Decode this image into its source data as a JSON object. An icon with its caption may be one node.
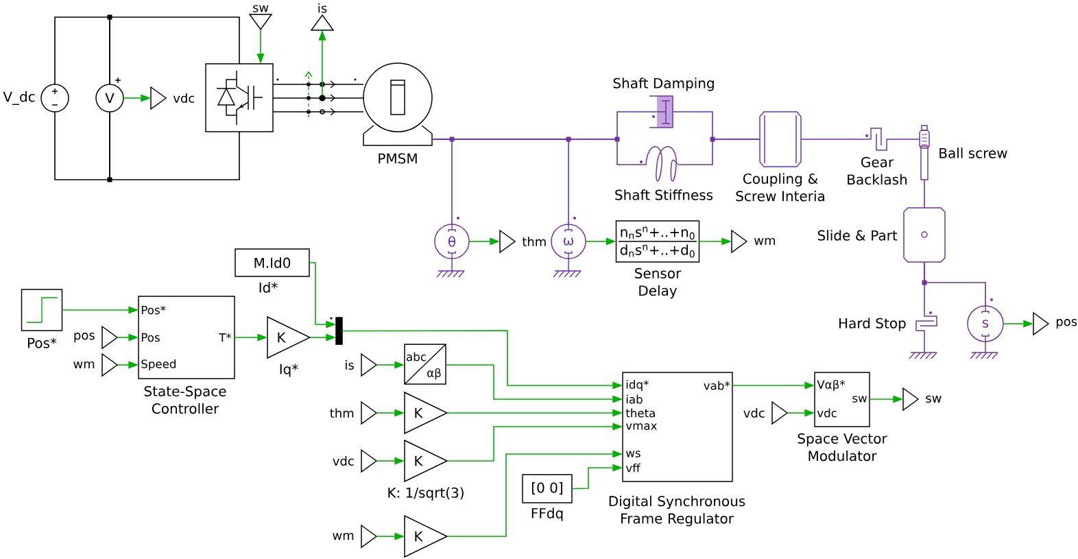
{
  "diagram": {
    "nodes": [
      {
        "text": [
          "V_dc"
        ]
      },
      {
        "text": [
          "V"
        ]
      },
      {
        "text": [
          "vdc"
        ]
      },
      {
        "text": [],
        "shape": "box"
      },
      {
        "text": [
          "sw"
        ]
      },
      {
        "text": [
          "is"
        ]
      },
      {
        "text": [
          "PMSM"
        ]
      },
      {
        "text": [
          "Shaft Damping"
        ]
      },
      {
        "text": [
          "Shaft Stiffness"
        ]
      },
      {
        "text": [
          "Coupling & Screw Interia"
        ]
      },
      {
        "text": [
          "Gear Backlash"
        ]
      },
      {
        "text": [
          "Ball screw"
        ]
      },
      {
        "text": [
          "Slide & Part"
        ]
      },
      {
        "text": [
          "Hard Stop"
        ]
      },
      {
        "text": [
          "s"
        ]
      },
      {
        "text": [
          "pos"
        ]
      },
      {
        "text": [
          "θ"
        ]
      },
      {
        "text": [
          "thm"
        ]
      },
      {
        "text": [
          "ω"
        ]
      },
      {
        "text": [
          "n$_{n}$s$^{n}$+..+n$_{0}$",
          "d$_{n}$s$^{n}$+..+d$_{0}$",
          "Sensor Delay"
        ]
      },
      {
        "text": [
          "wm"
        ]
      },
      {
        "text": [
          "M.Id0",
          "Id*"
        ]
      },
      {
        "text": [
          "Pos*"
        ]
      },
      {
        "text": [
          "pos"
        ]
      },
      {
        "text": [
          "wm"
        ]
      },
      {
        "text": [
          "Pos*",
          "Pos",
          "Speed",
          "T*",
          "State-Space Controller"
        ]
      },
      {
        "text": [
          "K",
          "Iq*"
        ]
      },
      {
        "text": [],
        "shape": "bar"
      },
      {
        "text": [
          "is"
        ]
      },
      {
        "text": [
          "abc",
          "αβ"
        ]
      },
      {
        "text": [
          "thm"
        ]
      },
      {
        "text": [
          "K"
        ]
      },
      {
        "text": [
          "vdc"
        ]
      },
      {
        "text": [
          "K",
          "K: 1/sqrt(3)"
        ]
      },
      {
        "text": [
          "wm"
        ]
      },
      {
        "text": [
          "K"
        ]
      },
      {
        "text": [
          "[0 0]",
          "FFdq"
        ]
      },
      {
        "text": [
          "idq*",
          "iab",
          "theta",
          "vmax",
          "ws",
          "vff",
          "vab*",
          "Digital Synchronous Frame Regulator"
        ]
      },
      {
        "text": [
          "vdc"
        ]
      },
      {
        "text": [
          "Vαβ*",
          "vdc",
          "sw",
          "Space Vector Modulator"
        ]
      },
      {
        "text": [
          "sw"
        ]
      },
      {
        "text": [],
        "shape": "circle"
      }
    ],
    "edges": [
      {
        "from": 0,
        "to": 1,
        "arrow": "none",
        "color": "#000000"
      },
      {
        "from": 1,
        "to": 3,
        "arrow": "none",
        "color": "#000000"
      },
      {
        "from": 3,
        "to": 6,
        "arrow": "none",
        "color": "#000000"
      },
      {
        "from": 1,
        "to": 2,
        "arrow": "to"
      },
      {
        "from": 4,
        "to": 3,
        "arrow": "to"
      },
      {
        "from": 41,
        "to": 5,
        "arrow": "to"
      },
      {
        "from": 6,
        "to": 16,
        "arrow": "none",
        "color": "#7030a0"
      },
      {
        "from": 6,
        "to": 18,
        "arrow": "none",
        "color": "#7030a0"
      },
      {
        "from": 6,
        "to": 7,
        "arrow": "none",
        "color": "#7030a0"
      },
      {
        "from": 6,
        "to": 8,
        "arrow": "none",
        "color": "#7030a0"
      },
      {
        "from": 7,
        "to": 9,
        "arrow": "none",
        "color": "#7030a0"
      },
      {
        "from": 8,
        "to": 9,
        "arrow": "none",
        "color": "#7030a0"
      },
      {
        "from": 9,
        "to": 10,
        "arrow": "none",
        "color": "#7030a0"
      },
      {
        "from": 10,
        "to": 11,
        "arrow": "none",
        "color": "#7030a0"
      },
      {
        "from": 11,
        "to": 12,
        "arrow": "none",
        "color": "#7030a0"
      },
      {
        "from": 12,
        "to": 13,
        "arrow": "none",
        "color": "#7030a0"
      },
      {
        "from": 12,
        "to": 14,
        "arrow": "none",
        "color": "#7030a0"
      },
      {
        "from": 16,
        "to": 17,
        "arrow": "to"
      },
      {
        "from": 18,
        "to": 19,
        "arrow": "to"
      },
      {
        "from": 19,
        "to": 20,
        "arrow": "to"
      },
      {
        "from": 14,
        "to": 15,
        "arrow": "to"
      },
      {
        "from": 22,
        "to": 25,
        "arrow": "to"
      },
      {
        "from": 23,
        "to": 25,
        "arrow": "to"
      },
      {
        "from": 24,
        "to": 25,
        "arrow": "to"
      },
      {
        "from": 25,
        "to": 26,
        "arrow": "to"
      },
      {
        "from": 21,
        "to": 27,
        "arrow": "to"
      },
      {
        "from": 26,
        "to": 27,
        "arrow": "to"
      },
      {
        "from": 27,
        "to": 37,
        "arrow": "to"
      },
      {
        "from": 28,
        "to": 29,
        "arrow": "to"
      },
      {
        "from": 29,
        "to": 37,
        "arrow": "to"
      },
      {
        "from": 30,
        "to": 31,
        "arrow": "to"
      },
      {
        "from": 31,
        "to": 37,
        "arrow": "to"
      },
      {
        "from": 32,
        "to": 33,
        "arrow": "to"
      },
      {
        "from": 33,
        "to": 37,
        "arrow": "to"
      },
      {
        "from": 34,
        "to": 35,
        "arrow": "to"
      },
      {
        "from": 35,
        "to": 37,
        "arrow": "to"
      },
      {
        "from": 36,
        "to": 37,
        "arrow": "to"
      },
      {
        "from": 37,
        "to": 39,
        "arrow": "to"
      },
      {
        "from": 38,
        "to": 39,
        "arrow": "to"
      },
      {
        "from": 39,
        "to": 40,
        "arrow": "to"
      },
      {
        "from": 0,
        "to": 1,
        "arrow": "none",
        "color": "#000000"
      },
      {
        "from": 1,
        "to": 3,
        "arrow": "none",
        "color": "#000000"
      },
      {
        "from": 3,
        "to": 6,
        "arrow": "none",
        "color": "#000000"
      },
      {
        "from": 3,
        "to": 6,
        "arrow": "none",
        "color": "#000000"
      }
    ]
  }
}
